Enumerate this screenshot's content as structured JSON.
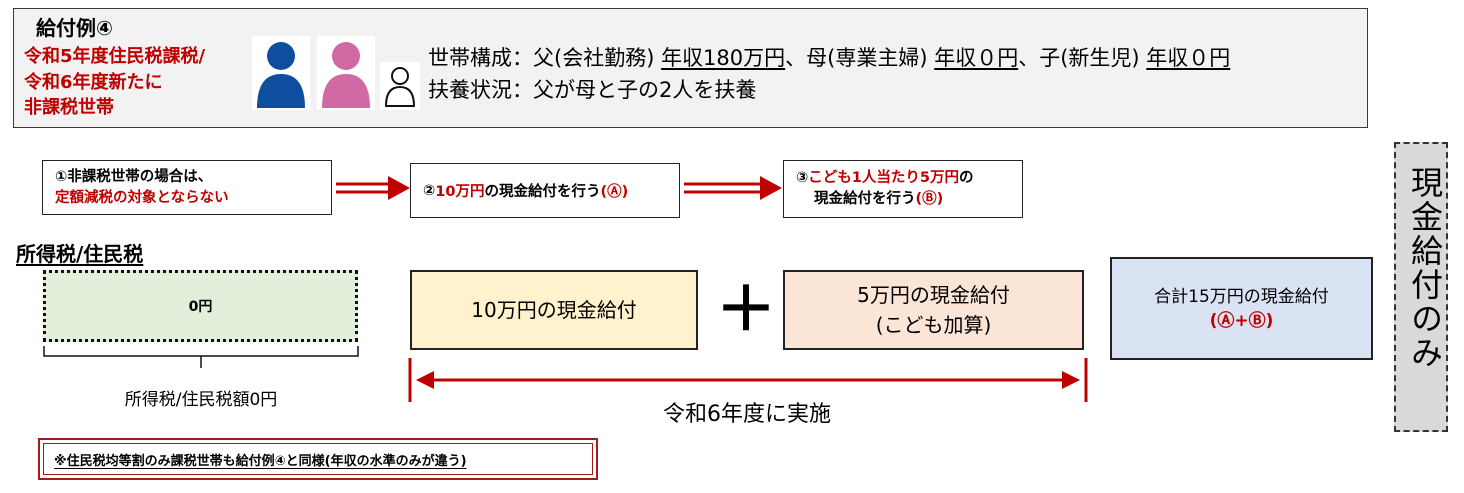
{
  "header": {
    "title": "給付例④",
    "red_lines": [
      "令和5年度住民税課税/",
      "令和6年度新たに",
      "非課税世帯"
    ],
    "line1": {
      "prefix": "世帯構成：父(会社勤務) ",
      "father_income": "年収180万円",
      "mid1": "、母(専業主婦) ",
      "mother_income": "年収０円",
      "mid2": "、子(新生児) ",
      "child_income": "年収０円"
    },
    "line2": "扶養状況：父が母と子の2人を扶養"
  },
  "steps": {
    "step1": {
      "line1": "①非課税世帯の場合は、",
      "line2": "定額減税の対象とならない"
    },
    "step2": {
      "prefix": "②",
      "amount": "10万円",
      "mid": "の現金給付を行う",
      "mark": "(Ⓐ)"
    },
    "step3": {
      "prefix": "③",
      "red": "こども1人当たり5万円",
      "suffix": "の",
      "line2": "現金給付を行う",
      "mark": "(Ⓑ)"
    }
  },
  "tax": {
    "section_label": "所得税/住民税",
    "box_value": "0円",
    "caption": "所得税/住民税額0円"
  },
  "cash": {
    "box1": "10万円の現金給付",
    "plus": "＋",
    "box2_line1": "5万円の現金給付",
    "box2_line2": "(こども加算)",
    "total_line1": "合計15万円の現金給付",
    "total_line2": "(Ⓐ+Ⓑ)",
    "period_label": "令和6年度に実施"
  },
  "side_label": "現金給付のみ",
  "note": "※住民税均等割のみ課税世帯も給付例④と同様(年収の水準のみが違う)",
  "colors": {
    "accent_red": "#c00000",
    "father_blue": "#0d4f9e",
    "mother_pink": "#d16aa4",
    "tax_box_green": "#e2efda",
    "cash_yellow": "#fff2cc",
    "cash_peach": "#fbe5d6",
    "total_blue": "#dae3f3",
    "side_gray": "#d9d9d9"
  }
}
